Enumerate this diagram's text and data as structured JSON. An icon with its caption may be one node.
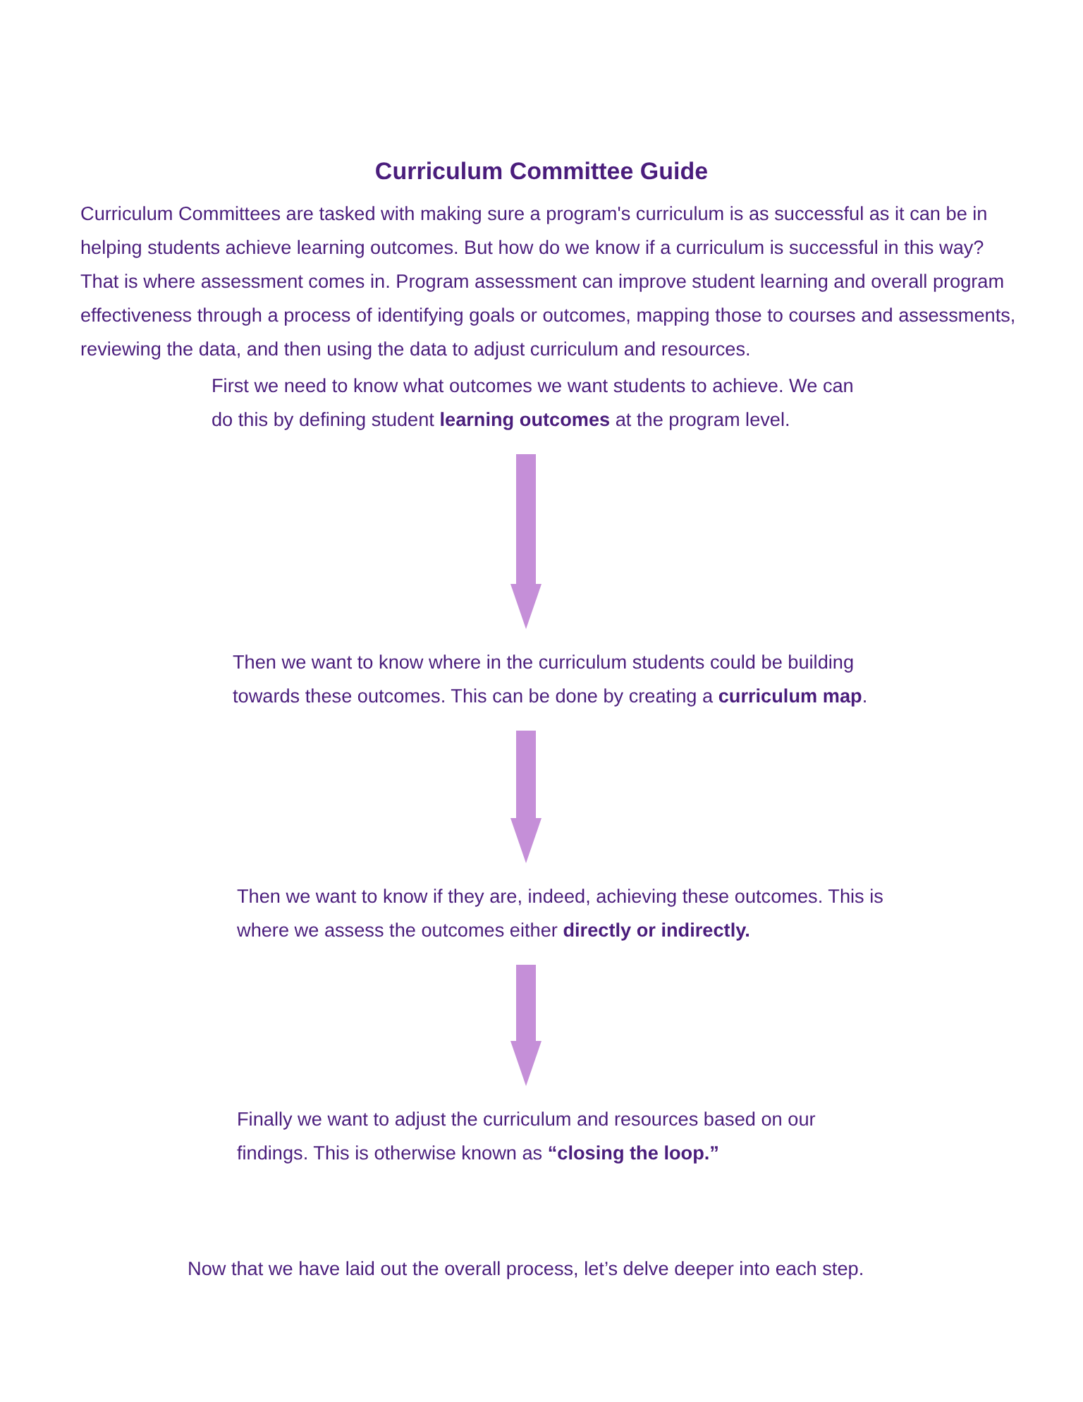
{
  "diagram": {
    "title": "Curriculum Committee Guide",
    "nodes": [
      {
        "text": [
          "First we need to know what outcomes we want students to achieve. We can do this by defining student **learning outcomes** at the program level."
        ]
      },
      {
        "text": [
          "Then we want to know where in the curriculum students could be building towards these outcomes. This can be done by creating a **curriculum map**."
        ]
      },
      {
        "text": [
          "Then we want to know if they are, indeed, achieving these outcomes. This is where we assess the outcomes either **directly or indirectly.**"
        ]
      },
      {
        "text": [
          "Finally we want to adjust the curriculum and resources based on our findings. This is otherwise known as **“closing the loop.”**"
        ]
      }
    ],
    "edges": [
      {
        "from": 0,
        "to": 1,
        "arrow": "to"
      },
      {
        "from": 1,
        "to": 2,
        "arrow": "to"
      },
      {
        "from": 2,
        "to": 3,
        "arrow": "to"
      }
    ],
    "labels": [
      "Curriculum Committees are tasked with making sure a program's curriculum is as successful as it can be in helping students achieve learning outcomes. But how do we know if a curriculum is successful in this way? That is where assessment comes in. Program assessment can improve student learning and overall program effectiveness through a process of identifying goals or outcomes, mapping those to courses and assessments, reviewing the data, and then using the data to adjust curriculum and resources.",
      "Now that we have laid out the overall process, let’s delve deeper into each step."
    ]
  }
}
